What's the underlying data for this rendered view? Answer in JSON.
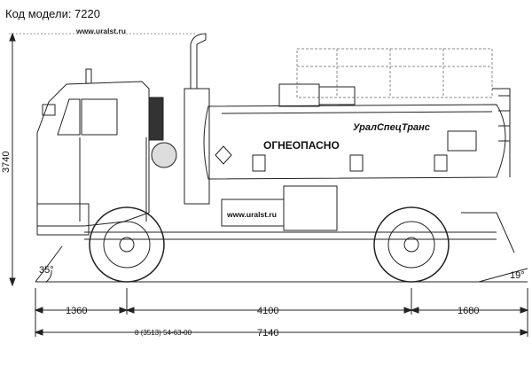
{
  "header": {
    "model_label": "Код модели: 7220",
    "website": "www.uralst.ru"
  },
  "vehicle": {
    "tank_warning": "ОГНЕОПАСНО",
    "brand": "УралСпецТранс",
    "side_website": "www.uralst.ru"
  },
  "dimensions": {
    "height": "3740",
    "approach_angle": "35°",
    "departure_angle": "19°",
    "front_overhang": "1360",
    "wheelbase": "4100",
    "rear_overhang": "1680",
    "total_length": "7140",
    "phone": "8 (3513) 54-63-00"
  }
}
